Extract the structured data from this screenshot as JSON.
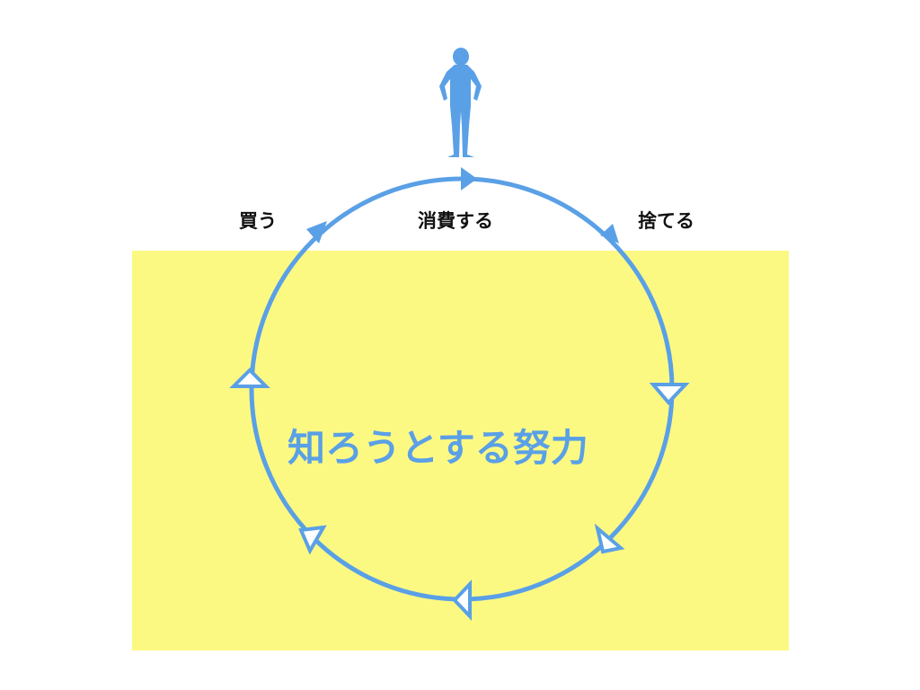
{
  "labels": {
    "buy": "買う",
    "consume": "消費する",
    "discard": "捨てる",
    "center": "知ろうとする努力"
  },
  "icons": {
    "person": "person-standing-icon"
  },
  "colors": {
    "circle": "#5aa0e6",
    "underground": "#fcf983",
    "center_text": "#5aa0e6",
    "label_text": "#111111",
    "background": "#ffffff"
  }
}
